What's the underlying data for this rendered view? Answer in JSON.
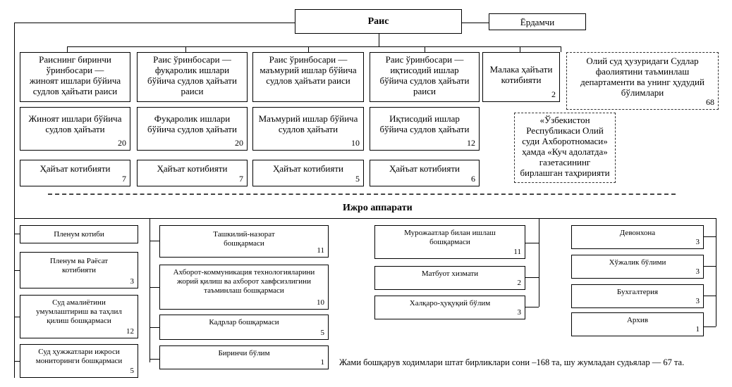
{
  "top": {
    "chairman": "Раис",
    "assistant": "Ёрдамчи"
  },
  "deputies": [
    {
      "label": "Раиснинг биринчи\nўринбосари —\nжиноят ишлари бўйича\nсудлов ҳайъати раиси"
    },
    {
      "label": "Раис ўринбосари —\nфуқаролик ишлари\nбўйича судлов ҳайъати\nраиси"
    },
    {
      "label": "Раис ўринбосари —\nмаъмурий ишлар бўйича\nсудлов ҳайъати раиси"
    },
    {
      "label": "Раис ўринбосари —\nиқтисодий ишлар\nбўйича судлов ҳайъати\nраиси"
    }
  ],
  "qualification": {
    "label": "Малака ҳайъати\nкотибияти",
    "count": "2"
  },
  "department": {
    "label": "Олий суд ҳузуридаги Судлар\nфаолиятини таъминлаш\nдепартаменти ва унинг ҳудудий\nбўлимлари",
    "count": "68"
  },
  "editorial": {
    "label": "«Ўзбекистон\nРеспубликаси Олий\nсуди Ахборотномаси»\nҳамда «Куч адолатда»\nгазетасининг\nбирлашган таҳририяти"
  },
  "boards": [
    {
      "label": "Жиноят ишлари бўйича\nсудлов ҳайъати",
      "count": "20"
    },
    {
      "label": "Фуқаролик ишлари\nбўйича судлов ҳайъати",
      "count": "20"
    },
    {
      "label": "Маъмурий ишлар бўйича\nсудлов ҳайъати",
      "count": "10"
    },
    {
      "label": "Иқтисодий ишлар\nбўйича судлов ҳайъати",
      "count": "12"
    }
  ],
  "secretariats": [
    {
      "label": "Ҳайъат котибияти",
      "count": "7"
    },
    {
      "label": "Ҳайъат котибияти",
      "count": "7"
    },
    {
      "label": "Ҳайъат котибияти",
      "count": "5"
    },
    {
      "label": "Ҳайъат котибияти",
      "count": "6"
    }
  ],
  "apparatus_title": "Ижро аппарати",
  "col1": [
    {
      "label": "Пленум котиби",
      "count": ""
    },
    {
      "label": "Пленум ва Раёсат\nкотибияти",
      "count": "3"
    },
    {
      "label": "Суд амалиётини\nумумлаштириш ва таҳлил\nқилиш бошқармаси",
      "count": "12"
    },
    {
      "label": "Суд ҳужжатлари ижроси\nмониторинги бошқармаси",
      "count": "5"
    }
  ],
  "col2": [
    {
      "label": "Ташкилий-назорат\nбошқармаси",
      "count": "11"
    },
    {
      "label": "Ахборот-коммуникация технологияларини\nжорий қилиш ва ахборот хавфсизлигини\nтаъминлаш бошқармаси",
      "count": "10"
    },
    {
      "label": "Кадрлар бошқармаси",
      "count": "5"
    },
    {
      "label": "Биринчи бўлим",
      "count": "1"
    }
  ],
  "col3": [
    {
      "label": "Мурожаатлар билан ишлаш\nбошқармаси",
      "count": "11"
    },
    {
      "label": "Матбуот хизмати",
      "count": "2"
    },
    {
      "label": "Халқаро-ҳуқуқий бўлим",
      "count": "3"
    }
  ],
  "col4": [
    {
      "label": "Девонхона",
      "count": "3"
    },
    {
      "label": "Хўжалик бўлими",
      "count": "3"
    },
    {
      "label": "Бухгалтерия",
      "count": "3"
    },
    {
      "label": "Архив",
      "count": "1"
    }
  ],
  "summary": "Жами бошқарув ходимлари штат бирликлари сони –168 та, шу жумладан судьялар — 67 та."
}
